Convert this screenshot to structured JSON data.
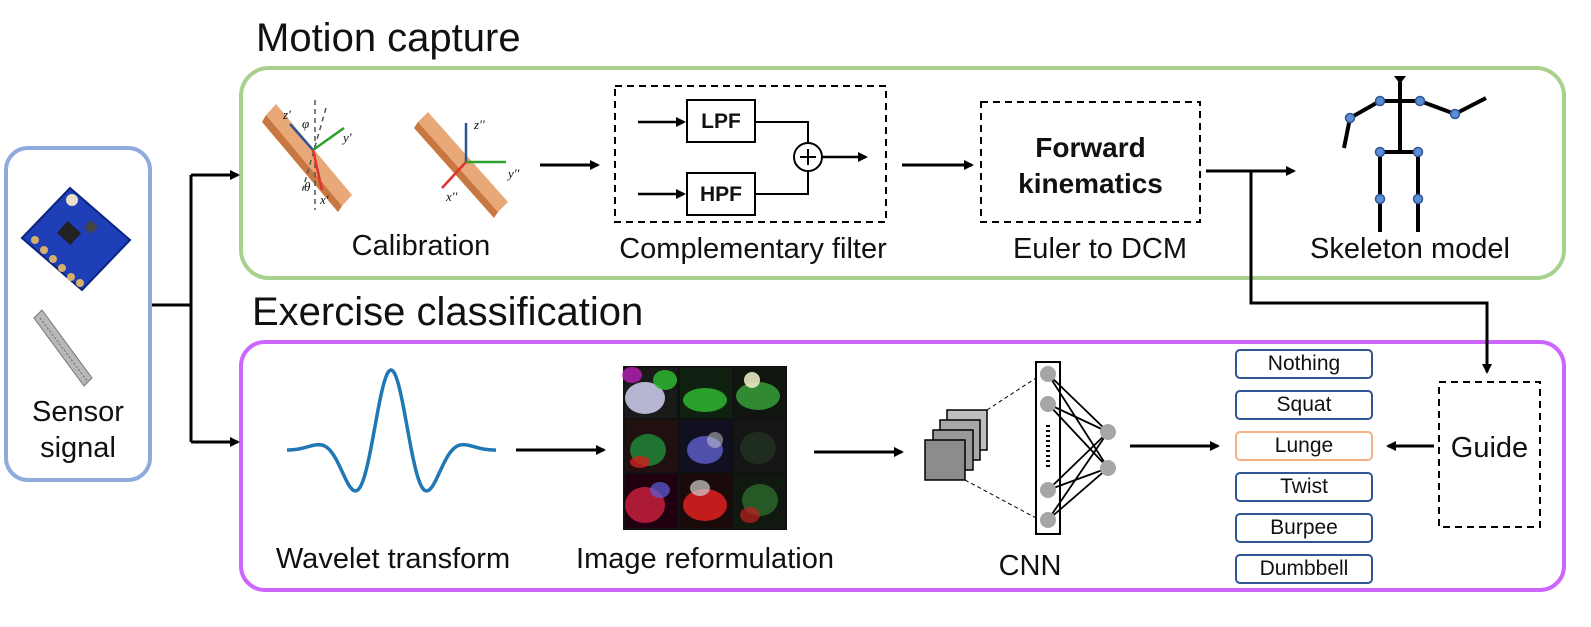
{
  "sensor": {
    "line1": "Sensor",
    "line2": "signal"
  },
  "motion_capture": {
    "title": "Motion capture",
    "calibration_label": "Calibration",
    "filter": {
      "label": "Complementary filter",
      "lpf": "LPF",
      "hpf": "HPF"
    },
    "kinematics": {
      "line1": "Forward",
      "line2": "kinematics",
      "label": "Euler to DCM"
    },
    "skeleton_label": "Skeleton model",
    "axis_labels": {
      "z1": "z'",
      "y1": "y'",
      "x1": "x'",
      "phi": "φ",
      "theta": "θ",
      "z2": "z''",
      "y2": "y''",
      "x2": "x''"
    }
  },
  "exercise_classification": {
    "title": "Exercise classification",
    "wavelet_label": "Wavelet transform",
    "image_label": "Image reformulation",
    "cnn_label": "CNN",
    "guide_label": "Guide",
    "classes": [
      {
        "label": "Nothing",
        "highlight": false
      },
      {
        "label": "Squat",
        "highlight": false
      },
      {
        "label": "Lunge",
        "highlight": true
      },
      {
        "label": "Twist",
        "highlight": false
      },
      {
        "label": "Burpee",
        "highlight": false
      },
      {
        "label": "Dumbbell",
        "highlight": false
      }
    ]
  },
  "colors": {
    "sensor_box": "#8faadc",
    "motion_box": "#a9d18e",
    "exercise_box": "#cc66ff",
    "class_border": "#2f5597",
    "highlight_border": "#f4b183",
    "wavelet": "#1f77b4"
  }
}
